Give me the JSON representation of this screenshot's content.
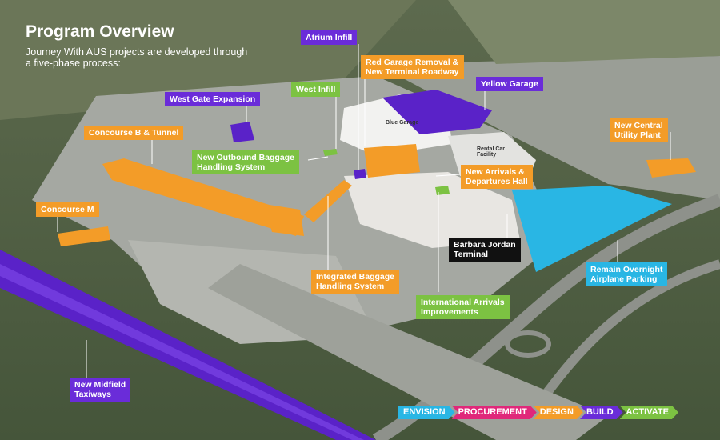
{
  "header": {
    "title": "Program Overview",
    "subtitle": "Journey With AUS projects are developed through a five-phase process:"
  },
  "colors": {
    "design": "#f39c28",
    "build": "#6a2cd9",
    "activate": "#7cc242",
    "envision": "#29b6e4",
    "procurement": "#e0287a",
    "terminal": "#111111"
  },
  "labels": {
    "atrium_infill": "Atrium Infill",
    "red_garage": "Red Garage Removal &\nNew Terminal Roadway",
    "west_infill": "West Infill",
    "yellow_garage": "Yellow Garage",
    "west_gate": "West Gate Expansion",
    "concourse_b": "Concourse B & Tunnel",
    "outbound_baggage": "New Outbound Baggage\nHandling System",
    "central_utility": "New Central\nUtility Plant",
    "arrivals_hall": "New Arrivals &\nDepartures Hall",
    "concourse_m": "Concourse M",
    "barbara_jordan": "Barbara Jordan\nTerminal",
    "remain_overnight": "Remain Overnight\nAirplane Parking",
    "integrated_baggage": "Integrated Baggage\nHandling System",
    "international_arrivals": "International Arrivals\nImprovements",
    "midfield_taxiways": "New Midfield\nTaxiways"
  },
  "map_text": {
    "blue_garage": "Blue Garage",
    "rental_car": "Rental Car\nFacility"
  },
  "phases": [
    {
      "label": "ENVISION",
      "color": "#29b6e4"
    },
    {
      "label": "PROCUREMENT",
      "color": "#e0287a"
    },
    {
      "label": "DESIGN",
      "color": "#f39c28"
    },
    {
      "label": "BUILD",
      "color": "#6a2cd9"
    },
    {
      "label": "ACTIVATE",
      "color": "#7cc242"
    }
  ]
}
